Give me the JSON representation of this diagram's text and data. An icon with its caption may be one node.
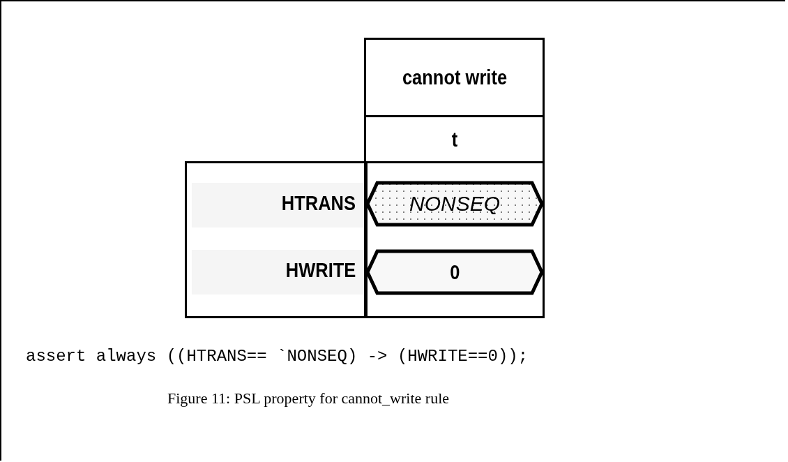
{
  "diagram": {
    "caption": "Figure 11: PSL property for cannot_write rule",
    "nodes": [
      {
        "text": [
          "NONSEQ"
        ]
      },
      {
        "text": [
          "0"
        ]
      }
    ],
    "edges": [],
    "labels": [
      "cannot write",
      "t",
      "HTRANS",
      "HWRITE",
      "assert always ((HTRANS== `NONSEQ) -> (HWRITE==0));"
    ]
  }
}
